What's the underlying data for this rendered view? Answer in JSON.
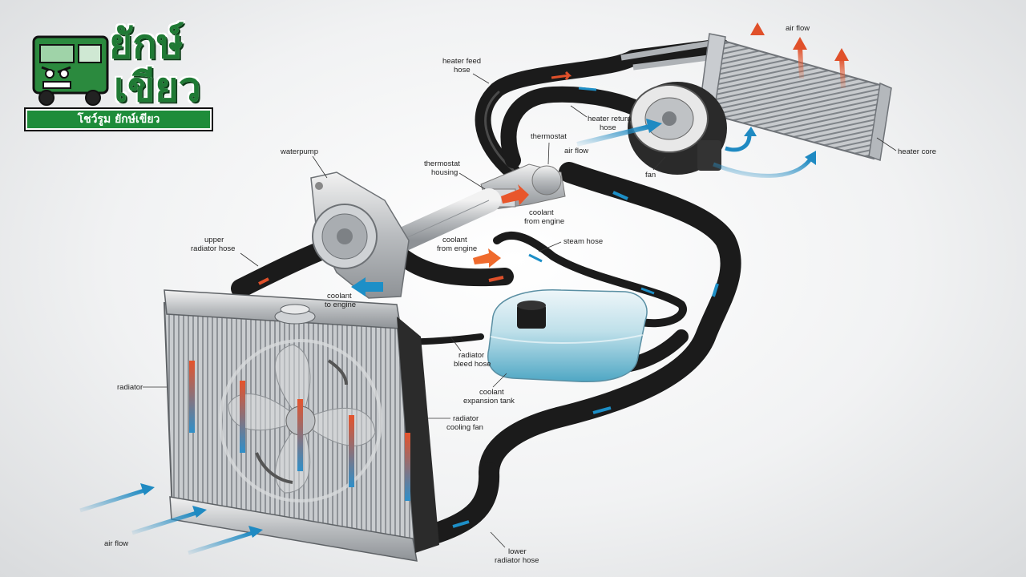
{
  "logo": {
    "title_line1": "ยักษ์",
    "title_line2": "เขียว",
    "subtitle": "โชว์รูม ยักษ์เขียว"
  },
  "labels": {
    "heater_feed_hose_1": "heater feed",
    "heater_feed_hose_2": "hose",
    "heater_return_hose_1": "heater return",
    "heater_return_hose_2": "hose",
    "air_flow_top": "air flow",
    "air_flow_fan": "air flow",
    "air_flow_bottom": "air flow",
    "heater_core": "heater core",
    "fan": "fan",
    "thermostat": "thermostat",
    "thermostat_housing_1": "thermostat",
    "thermostat_housing_2": "housing",
    "waterpump": "waterpump",
    "coolant_from_engine_right_1": "coolant",
    "coolant_from_engine_right_2": "from engine",
    "coolant_from_engine_left_1": "coolant",
    "coolant_from_engine_left_2": "from engine",
    "steam_hose": "steam hose",
    "upper_radiator_hose_1": "upper",
    "upper_radiator_hose_2": "radiator hose",
    "coolant_to_engine_1": "coolant",
    "coolant_to_engine_2": "to engine",
    "radiator_bleed_hose_1": "radiator",
    "radiator_bleed_hose_2": "bleed hose",
    "coolant_expansion_tank_1": "coolant",
    "coolant_expansion_tank_2": "expansion tank",
    "radiator": "radiator",
    "radiator_cooling_fan_1": "radiator",
    "radiator_cooling_fan_2": "cooling fan",
    "lower_radiator_hose_1": "lower",
    "lower_radiator_hose_2": "radiator hose"
  },
  "colors": {
    "hot": "#e0502a",
    "cold": "#1d8fc7",
    "brand_green": "#1f7a34",
    "coolant": "#7fc6dc"
  }
}
